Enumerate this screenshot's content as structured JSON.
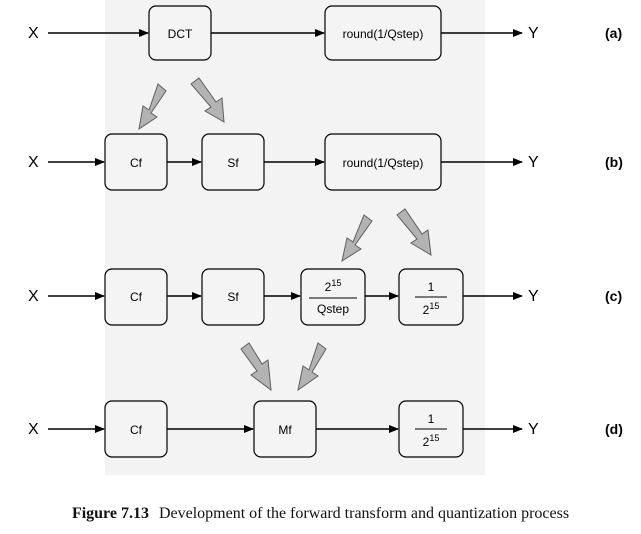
{
  "rows": [
    {
      "input": "X",
      "output": "Y",
      "label": "(a)",
      "blocks": [
        {
          "id": "dct",
          "text": "DCT"
        },
        {
          "id": "round",
          "text": "round(1/Qstep)"
        }
      ]
    },
    {
      "input": "X",
      "output": "Y",
      "label": "(b)",
      "blocks": [
        {
          "id": "cf",
          "text": "Cf"
        },
        {
          "id": "sf",
          "text": "Sf"
        },
        {
          "id": "round",
          "text": "round(1/Qstep)"
        }
      ]
    },
    {
      "input": "X",
      "output": "Y",
      "label": "(c)",
      "blocks": [
        {
          "id": "cf",
          "text": "Cf"
        },
        {
          "id": "sf",
          "text": "Sf"
        },
        {
          "id": "scale",
          "numerator": "2",
          "numerator_sup": "15",
          "denominator": "Qstep"
        },
        {
          "id": "rescale",
          "numerator": "1",
          "denominator": "2",
          "denominator_sup": "15"
        }
      ]
    },
    {
      "input": "X",
      "output": "Y",
      "label": "(d)",
      "blocks": [
        {
          "id": "cf",
          "text": "Cf"
        },
        {
          "id": "mf",
          "text": "Mf"
        },
        {
          "id": "rescale",
          "numerator": "1",
          "denominator": "2",
          "denominator_sup": "15"
        }
      ]
    }
  ],
  "caption": {
    "number": "Figure 7.13",
    "text": "Development of the forward transform and quantization process"
  },
  "colors": {
    "block_fill": "#f4f4f4",
    "block_stroke": "#000000",
    "band": "#f3f3f3",
    "fat_arrow_fill": "#b3b3b3",
    "fat_arrow_stroke": "#5f5f5f"
  }
}
